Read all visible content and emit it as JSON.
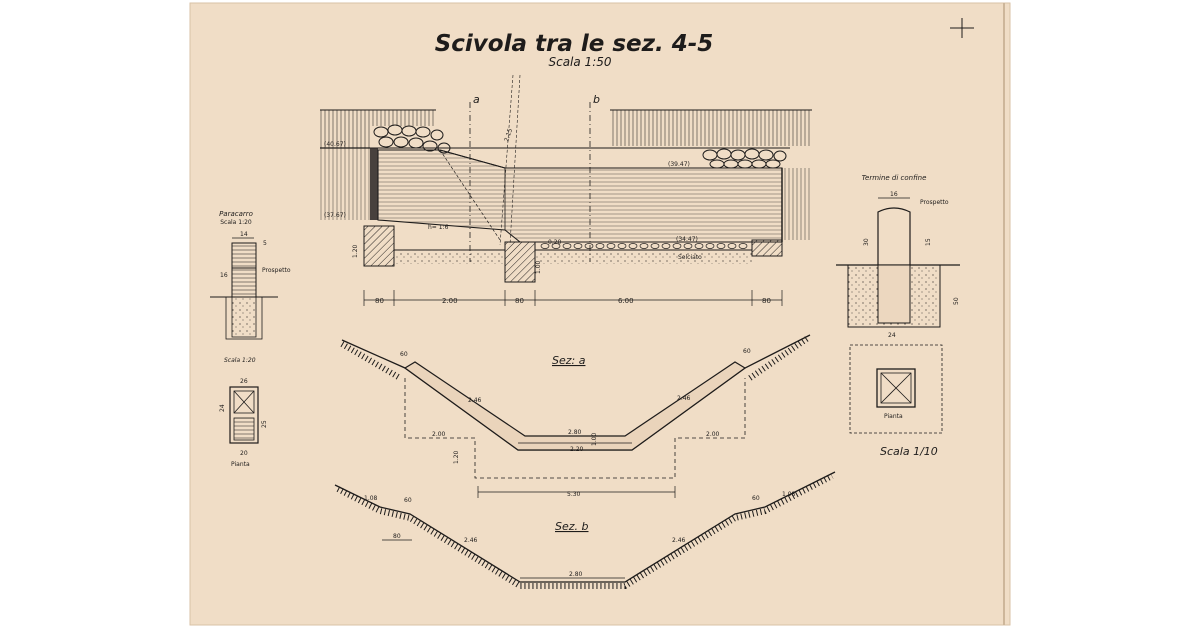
{
  "title": "Scivola tra le sez. 4-5",
  "scale_main": "Scala 1:50",
  "section_markers": [
    "a",
    "b"
  ],
  "main_elevation": {
    "levels": [
      "(40.67)",
      "(39.47)",
      "(37.67)",
      "(34.47)"
    ],
    "slope_label": "2.15",
    "fill_label": "h= 1:6",
    "dims": [
      "80",
      "2.00",
      "80",
      "6.00",
      "80"
    ],
    "small_dims": [
      "0.20",
      "1.20",
      "1.00"
    ],
    "material_label": "Selciato"
  },
  "paracarro": {
    "title": "Paracarro",
    "scale": "Scala 1:20",
    "prospetto_label": "Prospetto",
    "pianta_label": "Pianta",
    "scale_bottom": "Scala 1:20",
    "dims_top": [
      "14",
      "5"
    ],
    "dims_plan": [
      "26",
      "20"
    ],
    "dims_side": [
      "16",
      "24",
      "25"
    ]
  },
  "termine": {
    "title": "Termine di confine",
    "prospetto_label": "Prospetto",
    "pianta_label": "Pianta",
    "scale": "Scala 1/10",
    "dims": [
      "16",
      "30",
      "50",
      "15",
      "24"
    ]
  },
  "sez_a": {
    "label": "Sez: a",
    "dims": [
      "60",
      "60",
      "2.46",
      "2.46",
      "2.00",
      "2.00",
      "2.80",
      "2.20",
      "1.00",
      "1.20"
    ]
  },
  "sez_b": {
    "label": "Sez. b",
    "dims": [
      "1.08",
      "60",
      "80",
      "2.46",
      "2.46",
      "60",
      "1.08",
      "2.80"
    ],
    "width_dim": "5.30"
  }
}
